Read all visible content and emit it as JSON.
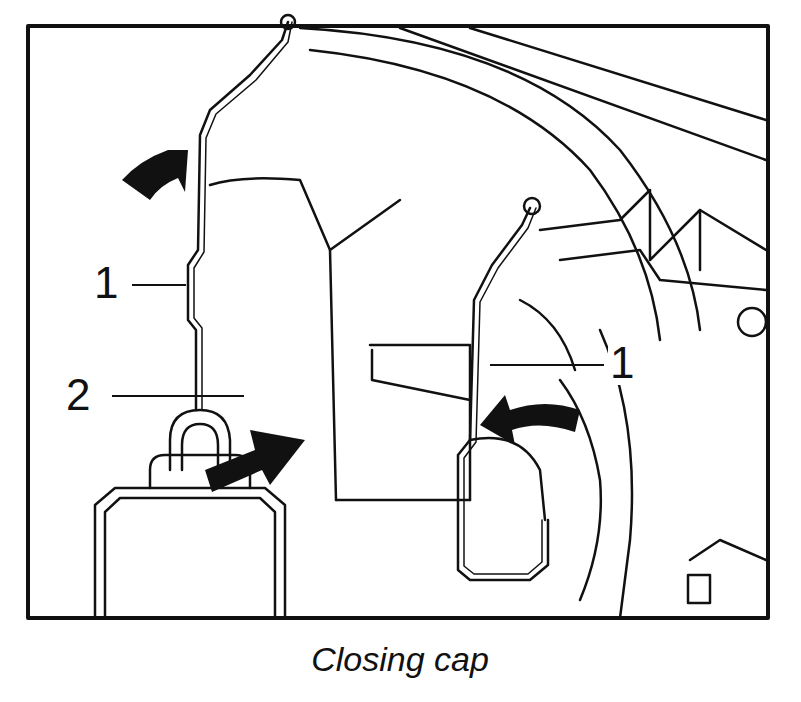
{
  "diagram": {
    "caption": "Closing cap",
    "labels": [
      "1",
      "2",
      "1"
    ]
  }
}
